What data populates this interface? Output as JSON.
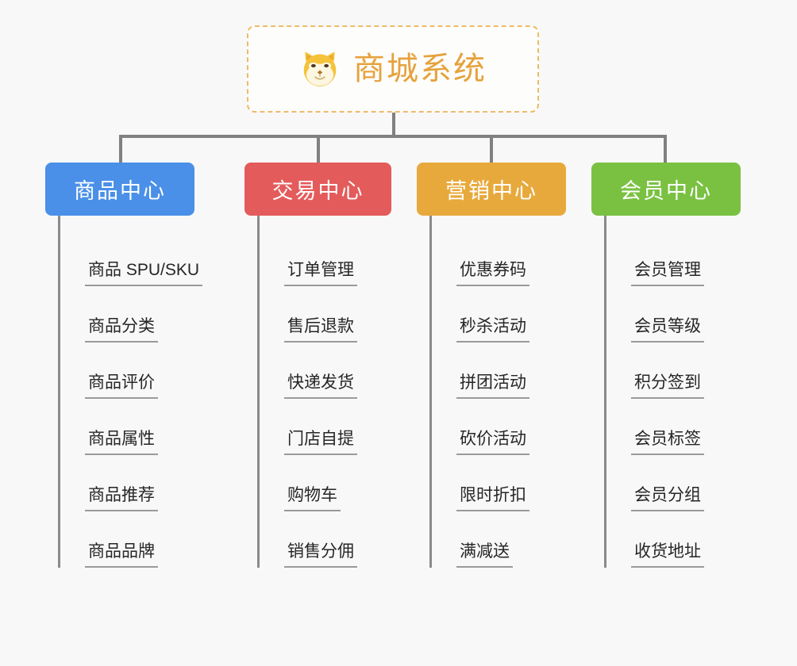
{
  "page": {
    "background_color": "#f8f8f8",
    "root": {
      "title": "商城系统",
      "icon": "shiba-dog-icon",
      "title_color": "#e6a23c",
      "border_color": "#eebb66"
    }
  },
  "categories": [
    {
      "label": "商品中心",
      "color": "#4a90e8",
      "items": [
        {
          "label": "商品 SPU/SKU"
        },
        {
          "label": "商品分类"
        },
        {
          "label": "商品评价"
        },
        {
          "label": "商品属性"
        },
        {
          "label": "商品推荐"
        },
        {
          "label": "商品品牌"
        }
      ]
    },
    {
      "label": "交易中心",
      "color": "#e45b5b",
      "items": [
        {
          "label": "订单管理"
        },
        {
          "label": "售后退款"
        },
        {
          "label": "快递发货"
        },
        {
          "label": "门店自提"
        },
        {
          "label": "购物车"
        },
        {
          "label": "销售分佣"
        }
      ]
    },
    {
      "label": "营销中心",
      "color": "#e8a93c",
      "items": [
        {
          "label": "优惠券码"
        },
        {
          "label": "秒杀活动"
        },
        {
          "label": "拼团活动"
        },
        {
          "label": "砍价活动"
        },
        {
          "label": "限时折扣"
        },
        {
          "label": "满减送"
        }
      ]
    },
    {
      "label": "会员中心",
      "color": "#7ac142",
      "items": [
        {
          "label": "会员管理"
        },
        {
          "label": "会员等级"
        },
        {
          "label": "积分签到"
        },
        {
          "label": "会员标签"
        },
        {
          "label": "会员分组"
        },
        {
          "label": "收货地址"
        }
      ]
    }
  ]
}
